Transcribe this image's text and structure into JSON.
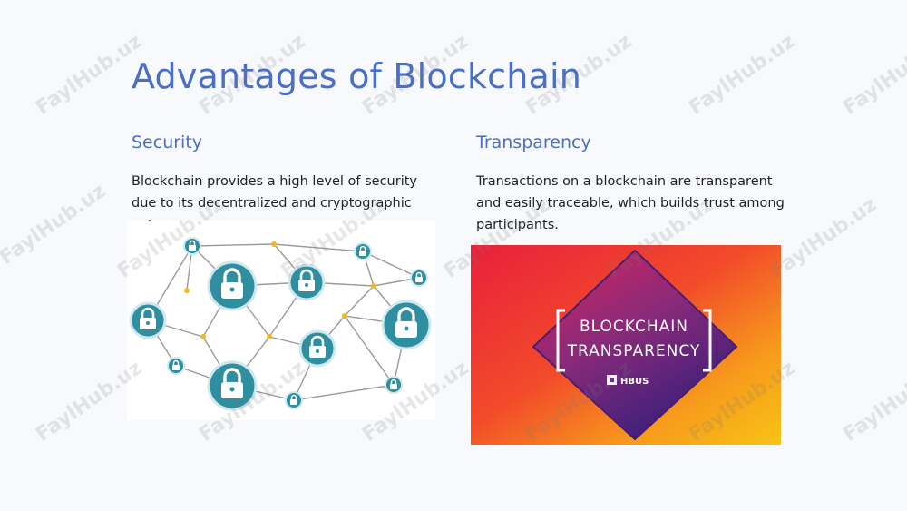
{
  "slide": {
    "title": "Advantages of Blockchain",
    "columns": [
      {
        "heading": "Security",
        "text": "Blockchain provides a high level of security due to its decentralized and cryptographic nature."
      },
      {
        "heading": "Transparency",
        "text": "Transactions on a blockchain are transparent and easily traceable, which builds trust among participants."
      }
    ]
  },
  "transparency_image": {
    "line1": "BLOCKCHAIN",
    "line2": "TRANSPARENCY",
    "brand": "HBUS"
  },
  "watermark": "FaylHub.uz",
  "colors": {
    "accent": "#4b6fc6",
    "lock_teal": "#2f8ea0",
    "node_yellow": "#f2b824"
  }
}
